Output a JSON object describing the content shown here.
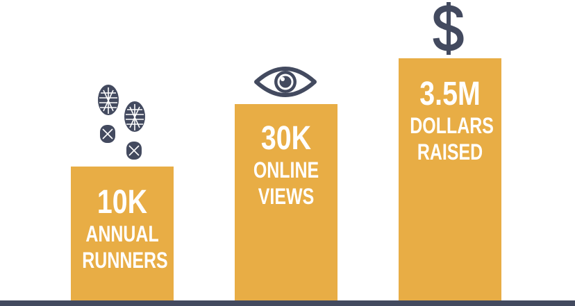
{
  "chart_data": {
    "type": "bar",
    "categories": [
      "10K ANNUAL RUNNERS",
      "30K ONLINE VIEWS",
      "3.5M DOLLARS RAISED"
    ],
    "values": [
      10000,
      30000,
      3500000
    ],
    "bars": [
      {
        "value_label": "10K",
        "caption_lines": [
          "ANNUAL",
          "RUNNERS"
        ],
        "icon": "footprints-icon",
        "rank": 1
      },
      {
        "value_label": "30K",
        "caption_lines": [
          "ONLINE",
          "VIEWS"
        ],
        "icon": "eye-icon",
        "rank": 2
      },
      {
        "value_label": "3.5M",
        "caption_lines": [
          "DOLLARS",
          "RAISED"
        ],
        "icon": "dollar-sign-icon",
        "rank": 3
      }
    ],
    "title": "",
    "xlabel": "",
    "ylabel": "",
    "grid": false,
    "legend": "none"
  },
  "colors": {
    "bar": "#e8ad45",
    "text": "#ffffff",
    "icon": "#434a5f",
    "baseline": "#434a5f"
  }
}
